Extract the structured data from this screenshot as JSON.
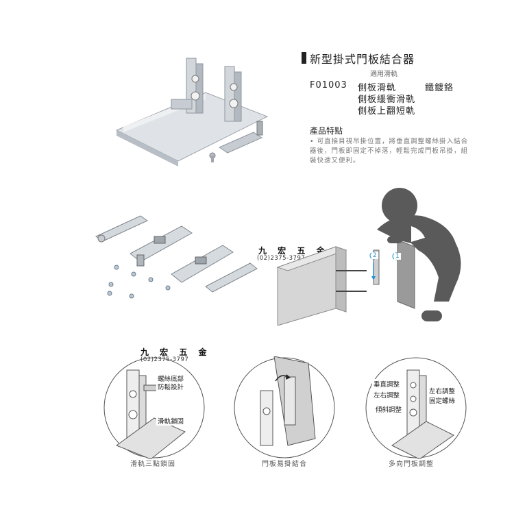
{
  "header": {
    "title": "新型掛式門板結合器",
    "applicable_label": "適用滑軌",
    "model": "F01003",
    "rails": [
      "側板滑軌",
      "側板緩衝滑軌",
      "側板上翻短軌"
    ],
    "finish": "鐵鍍鉻"
  },
  "features": {
    "title": "產品特點",
    "text": "• 可直接目視吊掛位置，將垂直調整螺絲掛入結合器後，門板即固定不掉落，輕鬆完成門板吊掛，組裝快速又便利。"
  },
  "watermark": {
    "brand": "九 宏 五 金",
    "phone": "(02)2375-3797"
  },
  "install": {
    "step1": "1",
    "step2": "2"
  },
  "details": [
    {
      "caption": "滑軌三點鎖固",
      "callouts": [
        "螺絲底部",
        "防鬆設計",
        "滑軌鎖固"
      ]
    },
    {
      "caption": "門板易掛結合",
      "callouts": []
    },
    {
      "caption": "多向門板調整",
      "callouts": [
        "垂直調整",
        "左右調整",
        "傾斜調整",
        "左右調整",
        "固定螺絲"
      ]
    }
  ],
  "colors": {
    "metal": "#cfd4da",
    "metal_dark": "#8f969e",
    "person": "#5a5a5a",
    "cabinet": "#d6d6d6",
    "cabinet_dark": "#9a9a9a",
    "accent": "#2a8fd0"
  }
}
